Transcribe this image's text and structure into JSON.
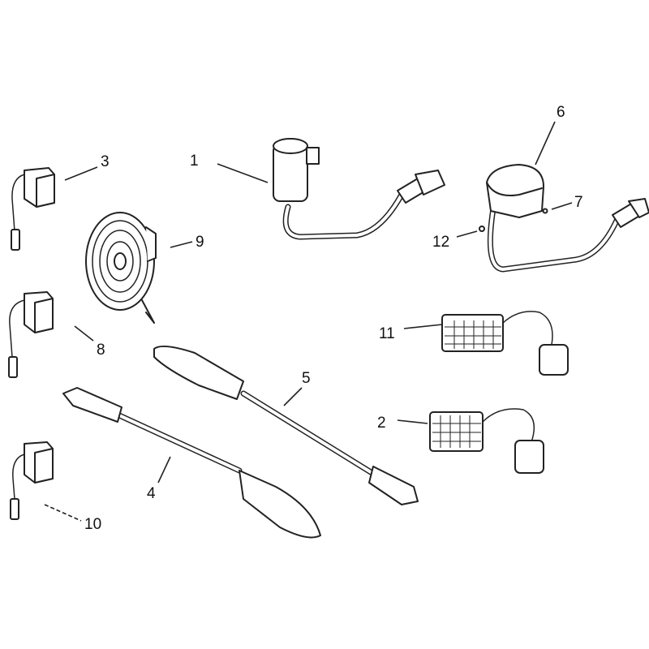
{
  "diagram": {
    "callouts": [
      {
        "id": "1",
        "label": "1"
      },
      {
        "id": "2",
        "label": "2"
      },
      {
        "id": "3",
        "label": "3"
      },
      {
        "id": "4",
        "label": "4"
      },
      {
        "id": "5",
        "label": "5"
      },
      {
        "id": "6",
        "label": "6"
      },
      {
        "id": "7",
        "label": "7"
      },
      {
        "id": "8",
        "label": "8"
      },
      {
        "id": "9",
        "label": "9"
      },
      {
        "id": "10",
        "label": "10"
      },
      {
        "id": "11",
        "label": "11"
      },
      {
        "id": "12",
        "label": "12"
      }
    ]
  }
}
